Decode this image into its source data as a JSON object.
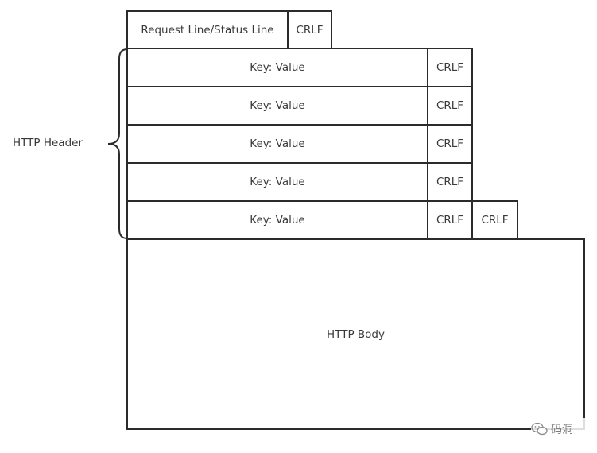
{
  "start_line": {
    "label": "Request Line/Status Line",
    "crlf": "CRLF"
  },
  "header": {
    "label": "HTTP Header",
    "rows": [
      {
        "key_value": "Key: Value",
        "crlf": "CRLF"
      },
      {
        "key_value": "Key: Value",
        "crlf": "CRLF"
      },
      {
        "key_value": "Key: Value",
        "crlf": "CRLF"
      },
      {
        "key_value": "Key: Value",
        "crlf": "CRLF"
      },
      {
        "key_value": "Key: Value",
        "crlf": "CRLF",
        "extra_crlf": "CRLF"
      }
    ]
  },
  "body": {
    "label": "HTTP Body"
  },
  "watermark": {
    "text": "码洞",
    "icon": "wechat-icon"
  }
}
